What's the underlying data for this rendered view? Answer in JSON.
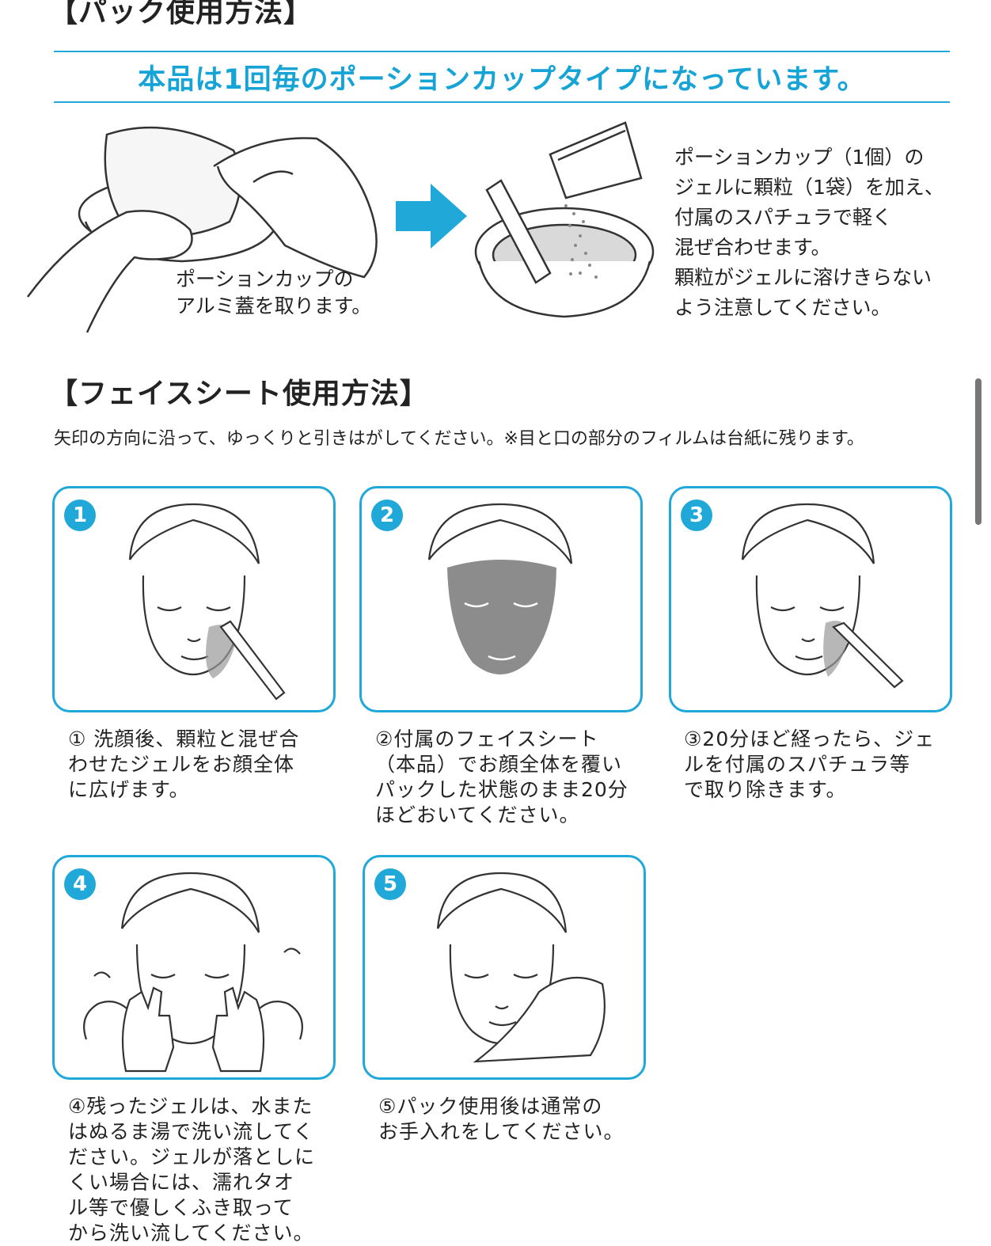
{
  "heading_pack": "【パック使用方法】",
  "banner": "本品は1回毎のポーションカップタイプになっています。",
  "step_lid": "ポーションカップの\nアルミ蓋を取ります。",
  "step_mix": "ポーションカップ（1個）の\nジェルに顆粒（1袋）を加え、\n付属のスパチュラで軽く\n混ぜ合わせます。\n顆粒がジェルに溶けきらない\nよう注意してください。",
  "heading_sheet": "【フェイスシート使用方法】",
  "sheet_note": "矢印の方向に沿って、ゆっくりと引きはがしてください。※目と口の部分のフィルムは台紙に残ります。",
  "accent_color": "#1fa8d8",
  "panels": [
    {
      "num": "1",
      "caption": "① 洗顔後、顆粒と混ぜ合\nわせたジェルをお顔全体\nに広げます。"
    },
    {
      "num": "2",
      "caption": "②付属のフェイスシート\n（本品）でお顔全体を覆い\nパックした状態のまま20分\nほどおいてください。"
    },
    {
      "num": "3",
      "caption": "③20分ほど経ったら、ジェ\nルを付属のスパチュラ等\nで取り除きます。"
    },
    {
      "num": "4",
      "caption": "④残ったジェルは、水また\nはぬるま湯で洗い流してく\nださい。ジェルが落としに\nくい場合には、濡れタオ\nル等で優しくふき取って\nから洗い流してください。"
    },
    {
      "num": "5",
      "caption": "⑤パック使用後は通常の\nお手入れをしてください。"
    }
  ]
}
